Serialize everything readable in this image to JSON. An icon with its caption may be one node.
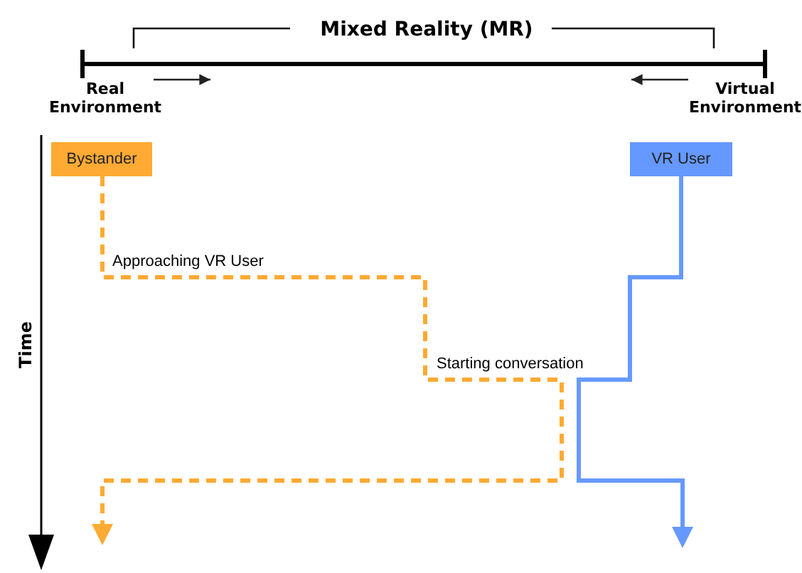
{
  "diagram": {
    "title": "Mixed Reality (MR)",
    "nodes": [
      {
        "text": [
          "Bystander"
        ]
      },
      {
        "text": [
          "VR User"
        ]
      }
    ],
    "edges": [
      {
        "from": 0,
        "to": null,
        "arrow": "to",
        "style": "dashed",
        "color": "#ffaa33"
      },
      {
        "from": 1,
        "to": null,
        "arrow": "to",
        "color": "#6699ff"
      }
    ],
    "labels": [
      "Real Environment",
      "Virtual Environment",
      "Time",
      "Approaching VR User",
      "Starting conversation"
    ]
  }
}
